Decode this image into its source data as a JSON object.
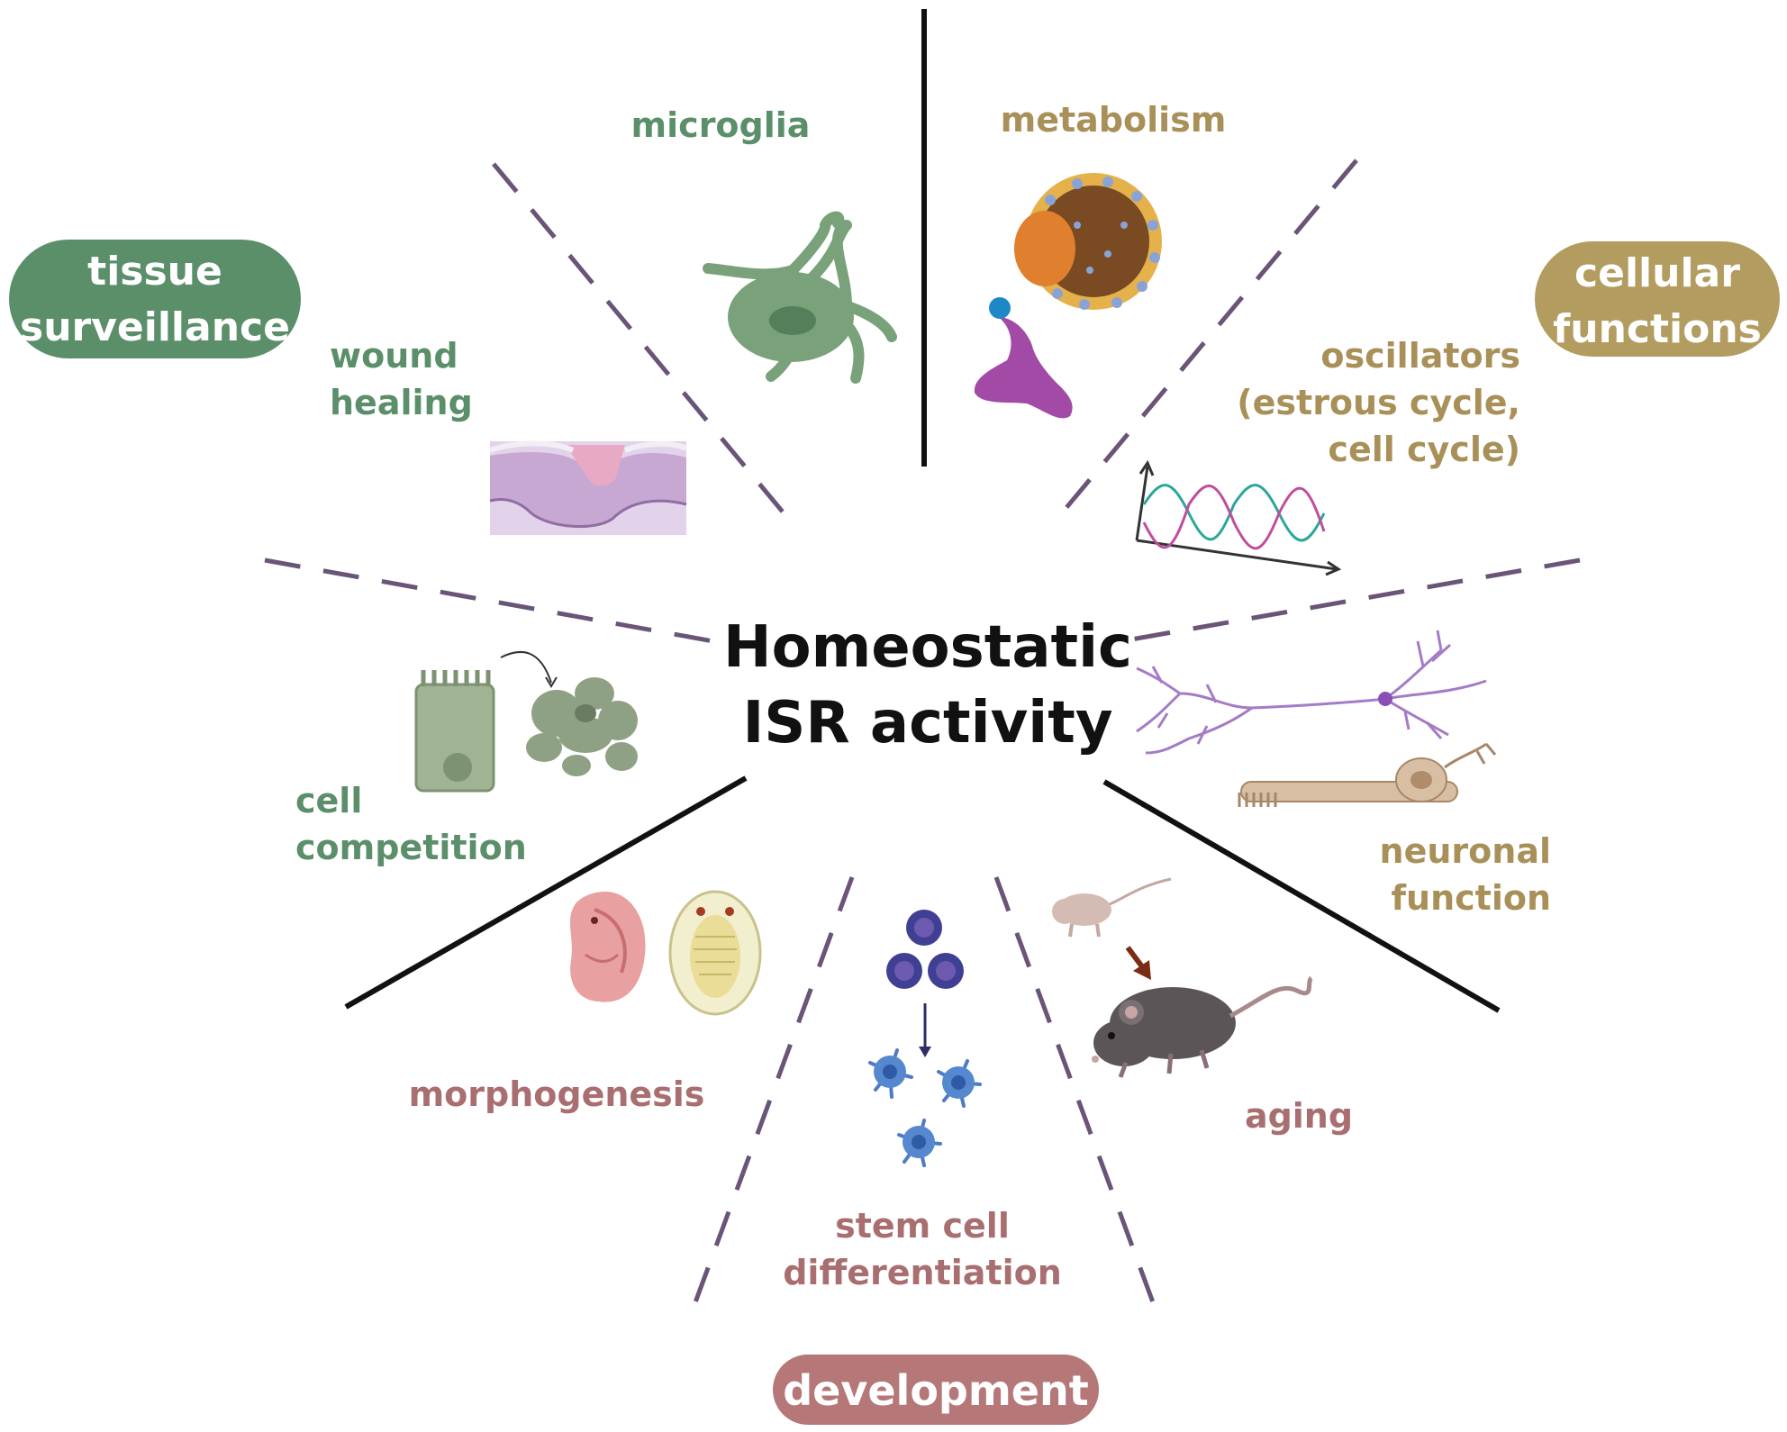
{
  "center": {
    "line1": "Homeostatic",
    "line2": "ISR activity"
  },
  "colors": {
    "green": "#5b8f6a",
    "gold": "#a89058",
    "rose": "#a96f70",
    "pill_green": "#5b8f6a",
    "pill_gold": "#b39c5f",
    "pill_rose": "#b57778",
    "dash": "#6a5478",
    "solid": "#111111"
  },
  "categories": {
    "tissue": {
      "line1": "tissue",
      "line2": "surveillance"
    },
    "cellular": {
      "line1": "cellular",
      "line2": "functions"
    },
    "development": {
      "label": "development"
    }
  },
  "items": {
    "microglia": "microglia",
    "wound_line1": "wound",
    "wound_line2": "healing",
    "competition_line1": "cell",
    "competition_line2": "competition",
    "metabolism": "metabolism",
    "osc_line1": "oscillators",
    "osc_line2": "(estrous cycle,",
    "osc_line3": "cell cycle)",
    "neuronal_line1": "neuronal",
    "neuronal_line2": "function",
    "morphogenesis": "morphogenesis",
    "stem_line1": "stem cell",
    "stem_line2": "differentiation",
    "aging": "aging"
  },
  "icons": [
    "microglia-cell-icon",
    "wound-tissue-icon",
    "cell-competition-icon",
    "lipid-droplet-icon",
    "protein-icon",
    "oscillation-graph-icon",
    "neuron-icon",
    "photoreceptor-icon",
    "embryo-icon",
    "larva-icon",
    "stem-cell-icon",
    "young-mouse-icon",
    "old-mouse-icon"
  ]
}
